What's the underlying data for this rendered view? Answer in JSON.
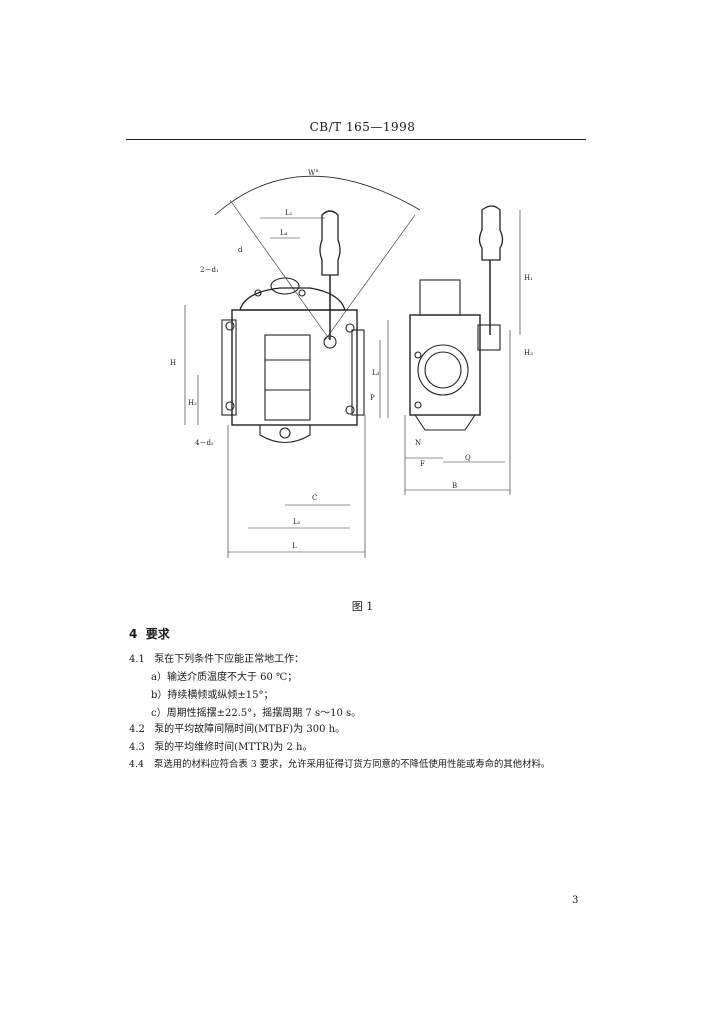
{
  "header": {
    "standard_number": "CB/T 165—1998"
  },
  "figure": {
    "caption": "图 1",
    "labels": {
      "angle": "W°",
      "L1": "L₁",
      "L4": "L₄",
      "d": "d",
      "d1": "2－d₁",
      "H": "H",
      "H2": "H₂",
      "d2": "4－d₂",
      "C": "C",
      "L2": "L₂",
      "L": "L",
      "H1": "H₁",
      "H3": "H₃",
      "L3": "L₃",
      "P": "P",
      "N": "N",
      "F": "F",
      "Q": "Q",
      "B": "B"
    }
  },
  "section": {
    "number": "4",
    "title": "要求"
  },
  "items": [
    {
      "num": "4.1",
      "text": "泵在下列条件下应能正常地工作："
    },
    {
      "num": "",
      "text": "a）输送介质温度不大于 60 ℃；"
    },
    {
      "num": "",
      "text": "b）持续横倾或纵倾±15°；"
    },
    {
      "num": "",
      "text": "c）周期性摇摆±22.5°，摇摆周期 7 s～10 s。"
    },
    {
      "num": "4.2",
      "text": "泵的平均故障间隔时间(MTBF)为 300 h。"
    },
    {
      "num": "4.3",
      "text": "泵的平均维修时间(MTTR)为 2 h。"
    },
    {
      "num": "4.4",
      "text": "泵选用的材料应符合表 3 要求，允许采用征得订货方同意的不降低使用性能或寿命的其他材料。"
    }
  ],
  "page_number": "3"
}
